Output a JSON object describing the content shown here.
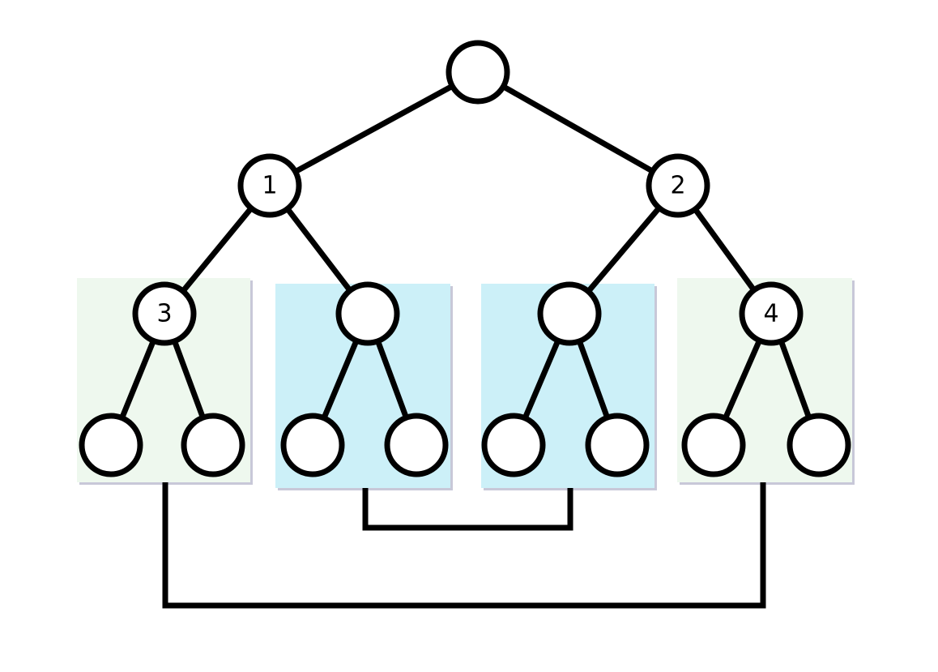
{
  "colors": {
    "outer_panel": "#eef8ee",
    "inner_panel": "#ccf0f8",
    "line": "#000000",
    "node_fill": "#ffffff"
  },
  "nodes": {
    "root": "",
    "n1": "1",
    "n2": "2",
    "n3": "3",
    "n4": "4",
    "n5": "",
    "n6": "",
    "l1": "",
    "l2": "",
    "l3": "",
    "l4": "",
    "l5": "",
    "l6": "",
    "l7": "",
    "l8": ""
  }
}
